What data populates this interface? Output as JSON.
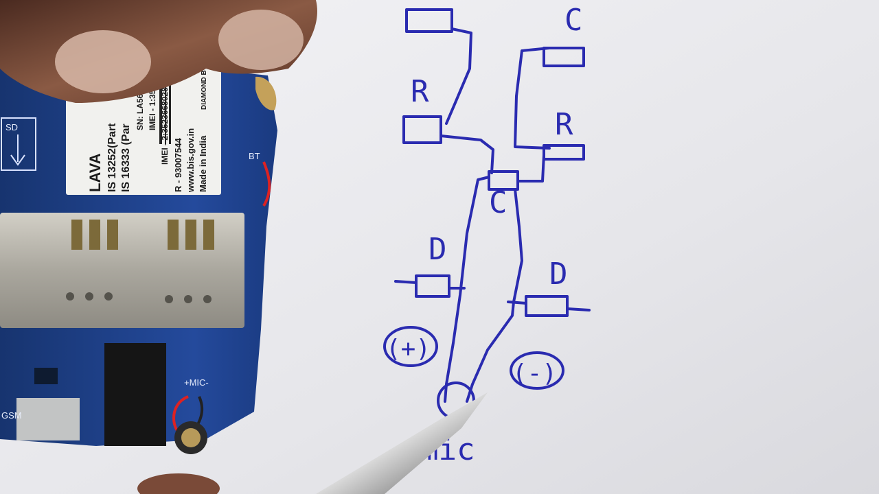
{
  "scene": {
    "description_text_visible": true
  },
  "sketch": {
    "labels": {
      "c_top_right": "C",
      "r_left": "R",
      "r_right": "R",
      "c_center": "C",
      "d_left": "D",
      "d_right": "D",
      "plus": "(+)",
      "minus": "(-)",
      "mic": "mic"
    }
  },
  "phone_board": {
    "sticker": {
      "brand": "LAVA",
      "line1": "IS 13252(Part",
      "line2": "IS 16333 (Par",
      "sn": "SN: LA56",
      "imei1": "IMEI - 1:3523",
      "imei2": "IMEI - 2:352366802818822",
      "r_number": "R - 93007544",
      "site": "www.bis.gov.in",
      "made": "Made in India",
      "diamond": "DIAMOND B"
    },
    "silkscreen": {
      "sd": "SD",
      "bt": "BT",
      "gsm": "GSM",
      "mic": "+MIC-"
    }
  },
  "colors": {
    "paper": "#ececef",
    "ink": "#2a2bb0",
    "pcb": "#1f3f8f",
    "skin": "#7a4a38",
    "metal": "#b9b6ad"
  }
}
